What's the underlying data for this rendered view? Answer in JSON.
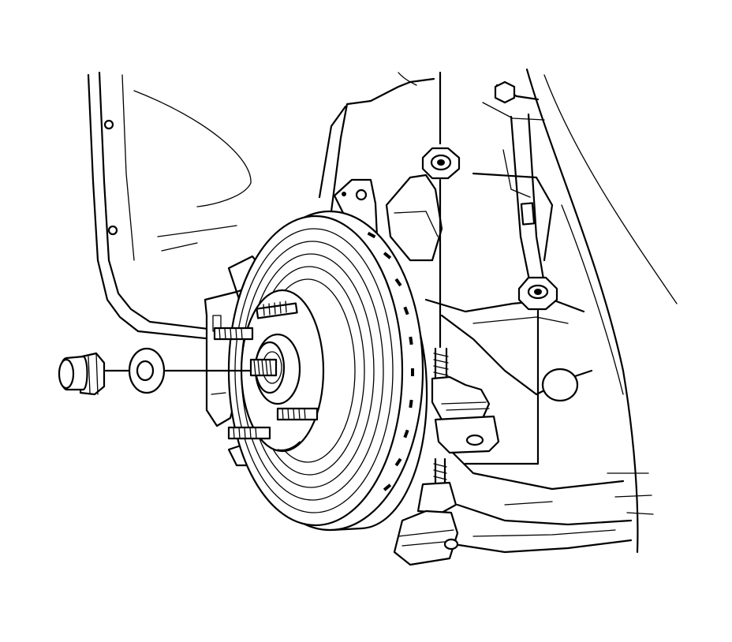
{
  "diagram": {
    "background": "#ffffff",
    "line_color": "#000000",
    "parts": [
      {
        "id": "hub-nut",
        "icon": "hex-flange-nut-icon"
      },
      {
        "id": "hub-washer",
        "icon": "washer-icon"
      },
      {
        "id": "brake-rotor",
        "icon": "vented-rotor-icon"
      },
      {
        "id": "wheel-hub",
        "icon": "hub-studs-icon"
      },
      {
        "id": "brake-caliper",
        "icon": "caliper-icon"
      },
      {
        "id": "upper-ball-joint",
        "icon": "ball-joint-icon"
      },
      {
        "id": "lower-ball-joint",
        "icon": "ball-joint-icon"
      },
      {
        "id": "upper-ball-joint-nut",
        "icon": "hex-nut-icon"
      },
      {
        "id": "stabilizer-link-nut",
        "icon": "hex-nut-icon"
      },
      {
        "id": "steering-knuckle",
        "icon": "knuckle-icon"
      },
      {
        "id": "stabilizer-link",
        "icon": "link-rod-icon"
      },
      {
        "id": "inner-fender",
        "icon": "fender-icon"
      }
    ]
  }
}
